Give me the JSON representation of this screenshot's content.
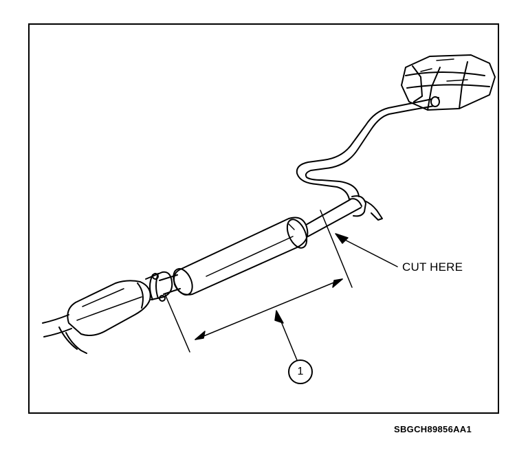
{
  "diagram": {
    "cut_label": "CUT HERE",
    "callout_number": "1",
    "figure_id": "SBGCH89856AA1"
  },
  "colors": {
    "line": "#000000",
    "background": "#ffffff"
  }
}
